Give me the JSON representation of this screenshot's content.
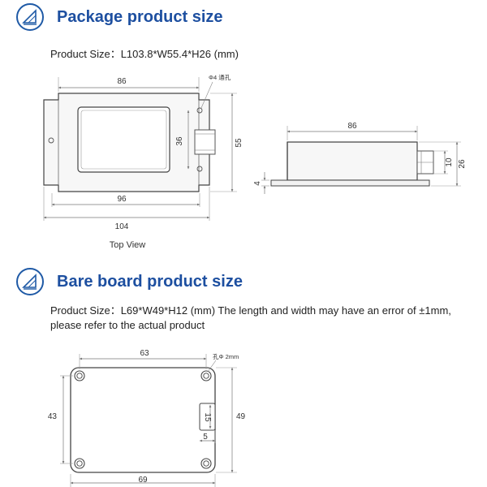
{
  "section1": {
    "icon": "ruler-triangle-icon",
    "title": "Package product size",
    "product_size": "Product Size：L103.8*W55.4*H26  (mm)",
    "top_view": {
      "dim_width_top": "86",
      "hole_label": "Φ4 通孔",
      "dim_inner_height": "36",
      "dim_height": "55",
      "dim_inner_width": "96",
      "dim_total_width": "104",
      "view_label": "Top View"
    },
    "side_view": {
      "dim_length": "86",
      "dim_connector": "10",
      "dim_height": "26",
      "dim_flange": "4"
    }
  },
  "section2": {
    "icon": "ruler-triangle-icon",
    "title": "Bare board product size",
    "product_size": "Product Size：L69*W49*H12  (mm)    The length and width may have an error of ±1mm, please refer to the actual product",
    "board_view": {
      "dim_hole_spacing_x": "63",
      "hole_label": "孔Φ 2mm",
      "dim_hole_spacing_y": "43",
      "dim_board_height": "49",
      "dim_connector_len": "15",
      "dim_connector_w": "5",
      "dim_board_width": "69"
    }
  },
  "colors": {
    "title_blue": "#1d4fa0",
    "line_dark": "#444444",
    "dim_line": "#8a8a8a"
  }
}
